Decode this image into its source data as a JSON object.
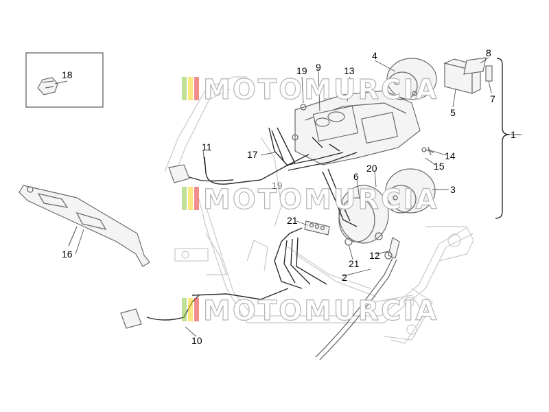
{
  "diagram": {
    "watermark": "MOTOMURCIA",
    "watermark_colors": [
      "#8cc63f",
      "#f7d117",
      "#e8302f"
    ],
    "part_numbers": [
      "1",
      "2",
      "3",
      "4",
      "5",
      "6",
      "7",
      "8",
      "9",
      "10",
      "11",
      "12",
      "13",
      "14",
      "15",
      "16",
      "17",
      "18",
      "19",
      "20",
      "21",
      "21"
    ],
    "partial_label": "19",
    "icons": [
      "part-18-clip-icon",
      "part-16-bracket-icon",
      "instrument-cluster-icon",
      "wiring-harness-icon",
      "frame-icon"
    ]
  }
}
